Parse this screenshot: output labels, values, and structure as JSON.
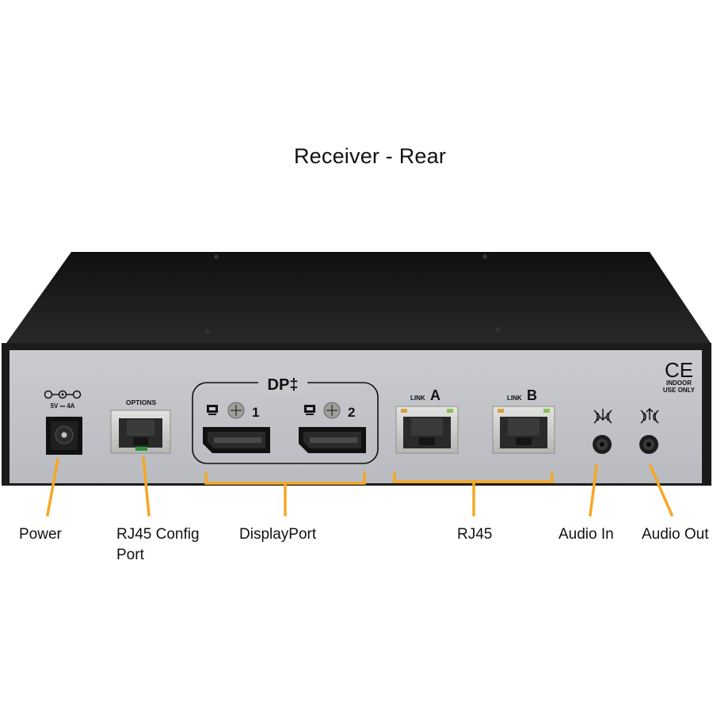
{
  "title": "Receiver - Rear",
  "panel": {
    "dp_header": "DP‡",
    "dp_port_1": "1",
    "dp_port_2": "2",
    "options_label": "OPTIONS",
    "link_a_prefix": "LINK",
    "link_a_letter": "A",
    "link_b_prefix": "LINK",
    "link_b_letter": "B",
    "power_rating": "5V ⎓ 4A",
    "ce_mark": "CE",
    "indoor_line1": "INDOOR",
    "indoor_line2": "USE ONLY"
  },
  "callouts": {
    "power": "Power",
    "rj45_config_line1": "RJ45 Config",
    "rj45_config_line2": "Port",
    "displayport": "DisplayPort",
    "rj45": "RJ45",
    "audio_in": "Audio In",
    "audio_out": "Audio Out"
  },
  "colors": {
    "callout": "#f5a823",
    "chassis": "#1b1b1b",
    "panel": "#c3c5c9"
  },
  "icons": {
    "power_polarity": "dc-polarity-icon",
    "monitor": "monitor-icon",
    "audio_in": "audio-in-icon",
    "audio_out": "audio-out-icon"
  }
}
